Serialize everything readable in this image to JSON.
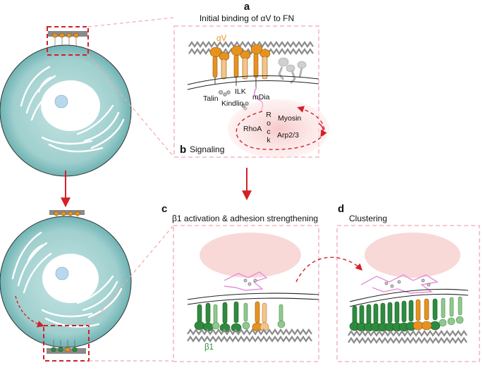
{
  "panels": {
    "a": {
      "letter": "a",
      "title": "Initial binding of αV to FN"
    },
    "b": {
      "letter": "b",
      "title": "Signaling"
    },
    "c": {
      "letter": "c",
      "title": "β1 activation & adhesion strengthening"
    },
    "d": {
      "letter": "d",
      "title": "Clustering"
    }
  },
  "labels": {
    "alphaV": "αV",
    "beta1": "β1",
    "talin": "Talin",
    "ilk": "ILK",
    "kindlin": "Kindlin",
    "mdia": "mDia",
    "rhoa": "RhoA",
    "rock": [
      "R",
      "o",
      "c",
      "k"
    ],
    "myosin": "Myosin",
    "arp": "Arp2/3"
  },
  "colors": {
    "alphaV": "#e8921e",
    "beta1": "#2e8b3e",
    "cell": "#a7d3d3",
    "dash": "#d42027",
    "pink_dash": "#f2a8b0",
    "actin": "#e48fd6",
    "blob": "#f8d3d3"
  }
}
